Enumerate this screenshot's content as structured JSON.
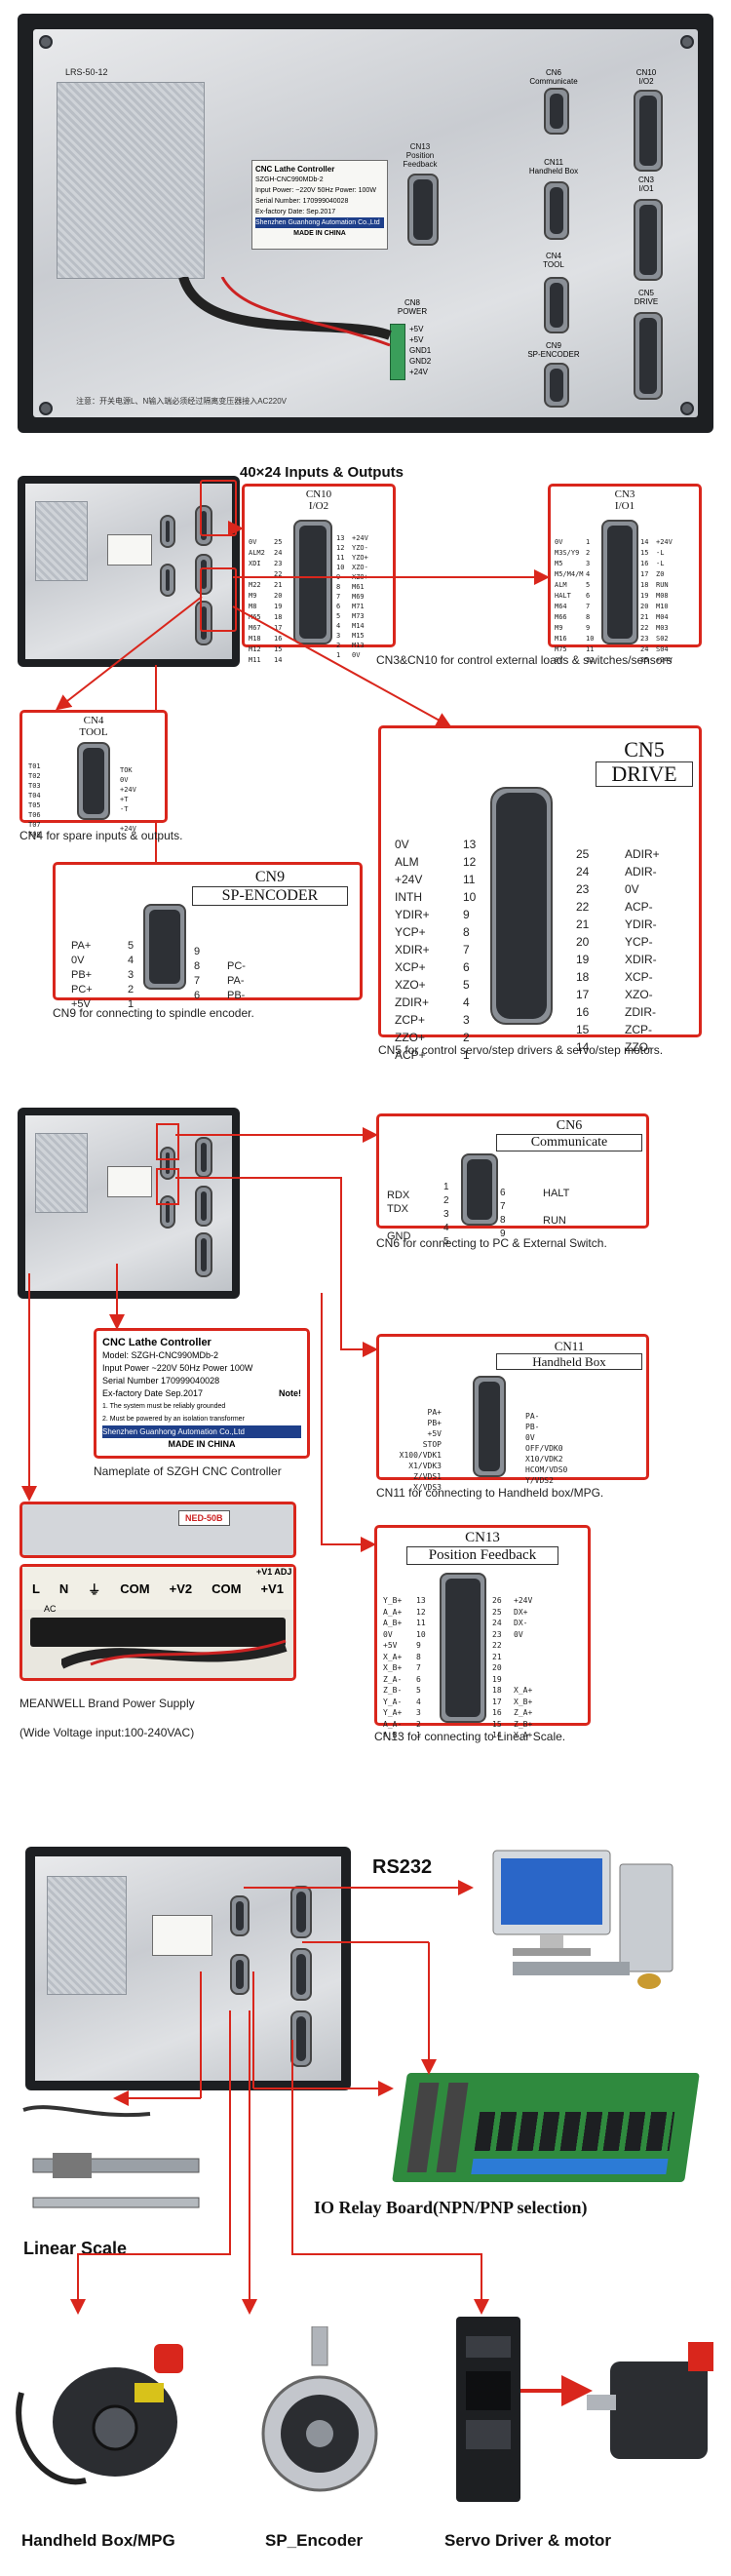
{
  "panel1": {
    "psu_label": "LRS-50-12",
    "nameplate": {
      "title": "CNC Lathe Controller",
      "model": "SZGH-CNC990MDb-2",
      "input": "Input Power: ~220V 50Hz  Power: 100W",
      "serial": "Serial Number: 170999040028",
      "date": "Ex-factory Date: Sep.2017",
      "company": "Shenzhen Guanhong Automation Co.,Ltd",
      "made": "MADE IN CHINA"
    },
    "cn13_label": "CN13",
    "cn13_sub": "Position Feedback",
    "cn6_label": "CN6",
    "cn6_sub": "Communicate",
    "cn11_label": "CN11",
    "cn11_sub": "Handheld Box",
    "cn10_label": "CN10",
    "cn10_sub": "I/O2",
    "cn3_label": "CN3",
    "cn3_sub": "I/O1",
    "cn4_label": "CN4",
    "cn4_sub": "TOOL",
    "cn9_label": "CN9",
    "cn9_sub": "SP-ENCODER",
    "cn5_label": "CN5",
    "cn5_sub": "DRIVE",
    "cn8_label": "CN8",
    "cn8_sub": "POWER",
    "power_pins": [
      "+5V",
      "+5V",
      "GND1",
      "GND2",
      "+24V"
    ],
    "warning": "注意：开关电源L、N输入端必须经过隔离变压器接入AC220V"
  },
  "panel2": {
    "title": "40×24 Inputs & Outputs",
    "cn10_title": "CN10",
    "cn10_sub": "I/O2",
    "cn10_left": [
      "0V",
      "ALM2",
      "XDI",
      "",
      "M22",
      "M9",
      "M8",
      "M65",
      "M67",
      "M18",
      "M12",
      "M11"
    ],
    "cn10_left_nums": [
      "25",
      "24",
      "23",
      "22",
      "21",
      "20",
      "19",
      "18",
      "17",
      "16",
      "15",
      "14"
    ],
    "cn10_right_nums": [
      "13",
      "12",
      "11",
      "10",
      "9",
      "8",
      "7",
      "6",
      "5",
      "4",
      "3",
      "2",
      "1"
    ],
    "cn10_right": [
      "+24V",
      "YZO-",
      "YZO+",
      "XZO-",
      "XZO+",
      "M61",
      "M69",
      "M71",
      "M73",
      "M14",
      "M15",
      "M13",
      "0V"
    ],
    "cn3_title": "CN3",
    "cn3_sub": "I/O1",
    "cn3_left": [
      "0V",
      "M3S/Y9",
      "M5",
      "M5/M4/M",
      "ALM",
      "HALT",
      "M64",
      "M66",
      "M9",
      "M16",
      "M75",
      "0V"
    ],
    "cn3_left_nums": [
      "1",
      "2",
      "3",
      "4",
      "5",
      "6",
      "7",
      "8",
      "9",
      "10",
      "11",
      "12"
    ],
    "cn3_right_nums": [
      "14",
      "15",
      "16",
      "17",
      "18",
      "19",
      "20",
      "21",
      "22",
      "23",
      "24",
      "25"
    ],
    "cn3_right": [
      "+24V",
      "-L",
      "-L",
      "Z0",
      "RUN",
      "M08",
      "M10",
      "M04",
      "M03",
      "S02",
      "S04",
      "+24V"
    ],
    "caption_io": "CN3&CN10 for control external loads & switches/sensors",
    "cn4_title": "CN4",
    "cn4_sub": "TOOL",
    "cn4_left": [
      "T01",
      "T02",
      "T03",
      "T04",
      "T05",
      "T06",
      "T07",
      "T08"
    ],
    "cn4_right": [
      "TOK",
      "0V",
      "+24V",
      "+T",
      "-T",
      "",
      "+24V"
    ],
    "caption_cn4": "CN4 for spare inputs & outputs.",
    "cn5_title": "CN5",
    "cn5_sub": "DRIVE",
    "cn5_left": [
      "0V",
      "ALM",
      "+24V",
      "INTH",
      "YDIR+",
      "YCP+",
      "XDIR+",
      "XCP+",
      "XZO+",
      "ZDIR+",
      "ZCP+",
      "ZZO+",
      "ACP+"
    ],
    "cn5_left_nums": [
      "13",
      "12",
      "11",
      "10",
      "9",
      "8",
      "7",
      "6",
      "5",
      "4",
      "3",
      "2",
      "1"
    ],
    "cn5_right_nums": [
      "25",
      "24",
      "23",
      "22",
      "21",
      "20",
      "19",
      "18",
      "17",
      "16",
      "15",
      "14"
    ],
    "cn5_right": [
      "ADIR+",
      "ADIR-",
      "0V",
      "ACP-",
      "YDIR-",
      "YCP-",
      "XDIR-",
      "XCP-",
      "XZO-",
      "ZDIR-",
      "ZCP-",
      "ZZO-"
    ],
    "caption_cn5": "CN5 for control servo/step drivers & servo/step motors.",
    "cn9_title": "CN9",
    "cn9_sub": "SP-ENCODER",
    "cn9_left": [
      "PA+",
      "0V",
      "PB+",
      "PC+",
      "+5V"
    ],
    "cn9_left_nums": [
      "5",
      "4",
      "3",
      "2",
      "1"
    ],
    "cn9_right_nums": [
      "9",
      "8",
      "7",
      "6"
    ],
    "cn9_right": [
      "",
      "PC-",
      "PA-",
      "PB-"
    ],
    "caption_cn9": "CN9 for connecting to spindle encoder."
  },
  "panel3": {
    "cn6_title": "CN6",
    "cn6_sub": "Communicate",
    "cn6_left": [
      "RDX",
      "TDX",
      "",
      "GND"
    ],
    "cn6_left_nums": [
      "1",
      "2",
      "3",
      "4",
      "5"
    ],
    "cn6_right_nums": [
      "6",
      "7",
      "8",
      "9"
    ],
    "cn6_right": [
      "HALT",
      "",
      "RUN",
      ""
    ],
    "caption_cn6": "CN6 for connecting to PC & External Switch.",
    "nameplate_title": "CNC Lathe Controller",
    "nameplate_model": "Model:   SZGH-CNC990MDb-2",
    "nameplate_input": "Input Power  ~220V 50Hz  Power  100W",
    "nameplate_serial": "Serial Number  170999040028",
    "nameplate_date": "Ex-factory Date   Sep.2017",
    "nameplate_note": "Note!",
    "nameplate_note1": "1. The system must be reliably grounded",
    "nameplate_note2": "2. Must be powered by an isolation transformer",
    "nameplate_company": "Shenzhen Guanhong Automation Co.,Ltd",
    "nameplate_made": "MADE IN CHINA",
    "caption_nameplate": "Nameplate of SZGH CNC Controller",
    "cn11_title": "CN11",
    "cn11_sub": "Handheld Box",
    "cn11_left": [
      "PA+",
      "PB+",
      "+5V",
      "STOP",
      "X100/VDK1",
      "X1/VDK3",
      "Z/VDS1",
      "X/VDS3"
    ],
    "cn11_right": [
      "PA-",
      "PB-",
      "0V",
      "OFF/VDK0",
      "X10/VDK2",
      "HCOM/VDS0",
      "Y/VDS2"
    ],
    "caption_cn11": "CN11 for connecting to Handheld box/MPG.",
    "psu_top_label": "NED-50B",
    "psu_terminals": [
      "L",
      "N",
      "⏚",
      "COM",
      "+V2",
      "COM",
      "+V1",
      "+V1 ADJ"
    ],
    "psu_ac": "AC",
    "caption_psu": "MEANWELL Brand Power Supply",
    "caption_psu2": "(Wide Voltage input:100-240VAC)",
    "cn13_title": "CN13",
    "cn13_sub": "Position Feedback",
    "cn13_left": [
      "Y_B+",
      "A_A+",
      "A_B+",
      "0V",
      "+5V",
      "X_A+",
      "X_B+",
      "Z_A-",
      "Z_B-",
      "Y_A-",
      "Y_A+",
      "A_A-",
      "A_B-"
    ],
    "cn13_left_nums": [
      "13",
      "12",
      "11",
      "10",
      "9",
      "8",
      "7",
      "6",
      "5",
      "4",
      "3",
      "2",
      "1"
    ],
    "cn13_right_nums": [
      "26",
      "25",
      "24",
      "23",
      "22",
      "21",
      "20",
      "19",
      "18",
      "17",
      "16",
      "15",
      "14"
    ],
    "cn13_right": [
      "+24V",
      "DX+",
      "DX-",
      "0V",
      "",
      "",
      "",
      "",
      "X_A+",
      "X_B+",
      "Z_A+",
      "Z_B+",
      "Y_A+"
    ],
    "caption_cn13": "CN13 for connecting to Linear Scale."
  },
  "panel4": {
    "rs232": "RS232",
    "linear_scale": "Linear Scale",
    "io_relay": "IO Relay Board(NPN/PNP selection)",
    "handheld": "Handheld Box/MPG",
    "sp_encoder": "SP_Encoder",
    "servo": "Servo Driver & motor"
  },
  "colors": {
    "accent": "#d9261c",
    "frame": "#1d1f22",
    "pcb": "#2f8a3e"
  }
}
